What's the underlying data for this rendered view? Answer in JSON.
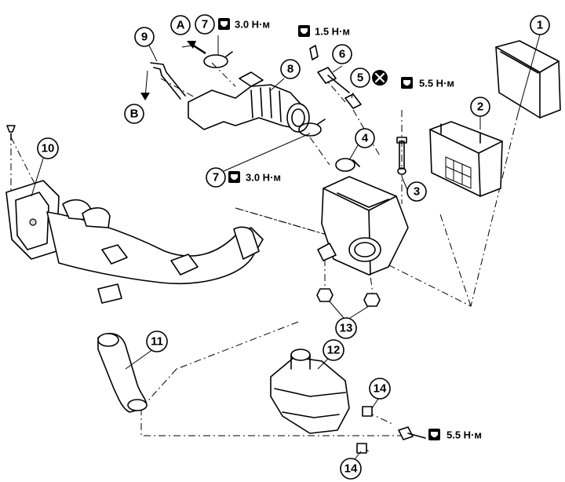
{
  "callouts": [
    {
      "id": "1",
      "label": "1"
    },
    {
      "id": "2",
      "label": "2"
    },
    {
      "id": "3",
      "label": "3"
    },
    {
      "id": "4",
      "label": "4"
    },
    {
      "id": "5",
      "label": "5"
    },
    {
      "id": "6",
      "label": "6"
    },
    {
      "id": "7a",
      "label": "7"
    },
    {
      "id": "7b",
      "label": "7"
    },
    {
      "id": "8",
      "label": "8"
    },
    {
      "id": "9",
      "label": "9"
    },
    {
      "id": "10",
      "label": "10"
    },
    {
      "id": "11",
      "label": "11"
    },
    {
      "id": "12",
      "label": "12"
    },
    {
      "id": "13",
      "label": "13"
    },
    {
      "id": "14a",
      "label": "14"
    },
    {
      "id": "14b",
      "label": "14"
    },
    {
      "id": "A",
      "label": "A"
    },
    {
      "id": "B",
      "label": "B"
    }
  ],
  "torque_specs": [
    {
      "id": "t-clamp-top",
      "value": "3.0 Н·м"
    },
    {
      "id": "t-sensor",
      "value": "1.5 Н·м"
    },
    {
      "id": "t-housing-bolt",
      "value": "5.5 Н·м"
    },
    {
      "id": "t-clamp-lower",
      "value": "3.0 Н·м"
    },
    {
      "id": "t-resonator-bolt",
      "value": "5.5 Н·м"
    }
  ],
  "symbols": {
    "torque_icon": "torque-wrench-icon",
    "no_reuse_icon": "do-not-reuse-icon"
  }
}
